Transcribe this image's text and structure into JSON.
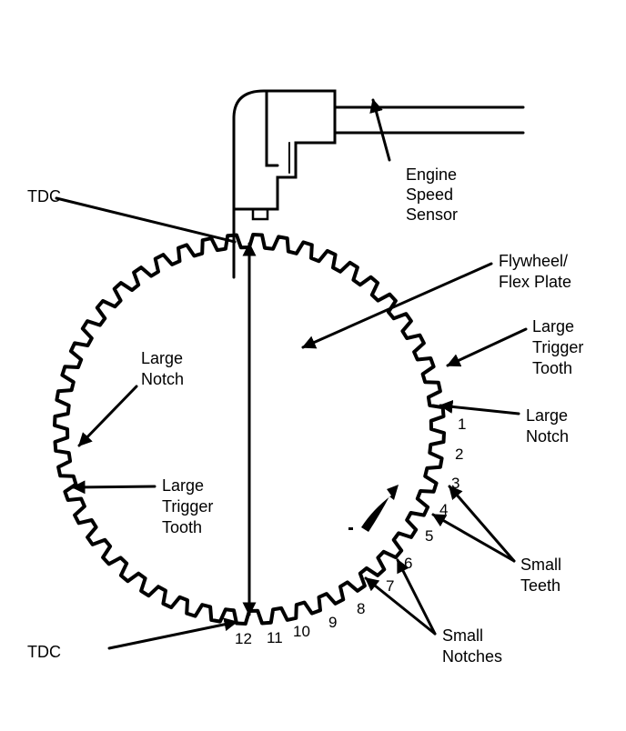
{
  "diagram": {
    "title": "Flywheel / Flex Plate Engine Speed Sensor Diagram",
    "colors": {
      "ink": "#000000",
      "background": "#ffffff"
    },
    "labels": {
      "tdc_top": "TDC",
      "tdc_bottom": "TDC",
      "sensor": [
        "Engine",
        "Speed",
        "Sensor"
      ],
      "flywheel": [
        "Flywheel/",
        "Flex Plate"
      ],
      "large_trigger_tooth_right": [
        "Large",
        "Trigger",
        "Tooth"
      ],
      "large_notch_right": [
        "Large",
        "Notch"
      ],
      "large_notch_left": [
        "Large",
        "Notch"
      ],
      "large_trigger_tooth_left": [
        "Large",
        "Trigger",
        "Tooth"
      ],
      "small_teeth": [
        "Small",
        "Teeth"
      ],
      "small_notches": [
        "Small",
        "Notches"
      ]
    },
    "tooth_numbers": [
      "1",
      "2",
      "3",
      "4",
      "5",
      "6",
      "7",
      "8",
      "9",
      "10",
      "11",
      "12"
    ],
    "rotation_indicator": "rotation-arrow"
  }
}
